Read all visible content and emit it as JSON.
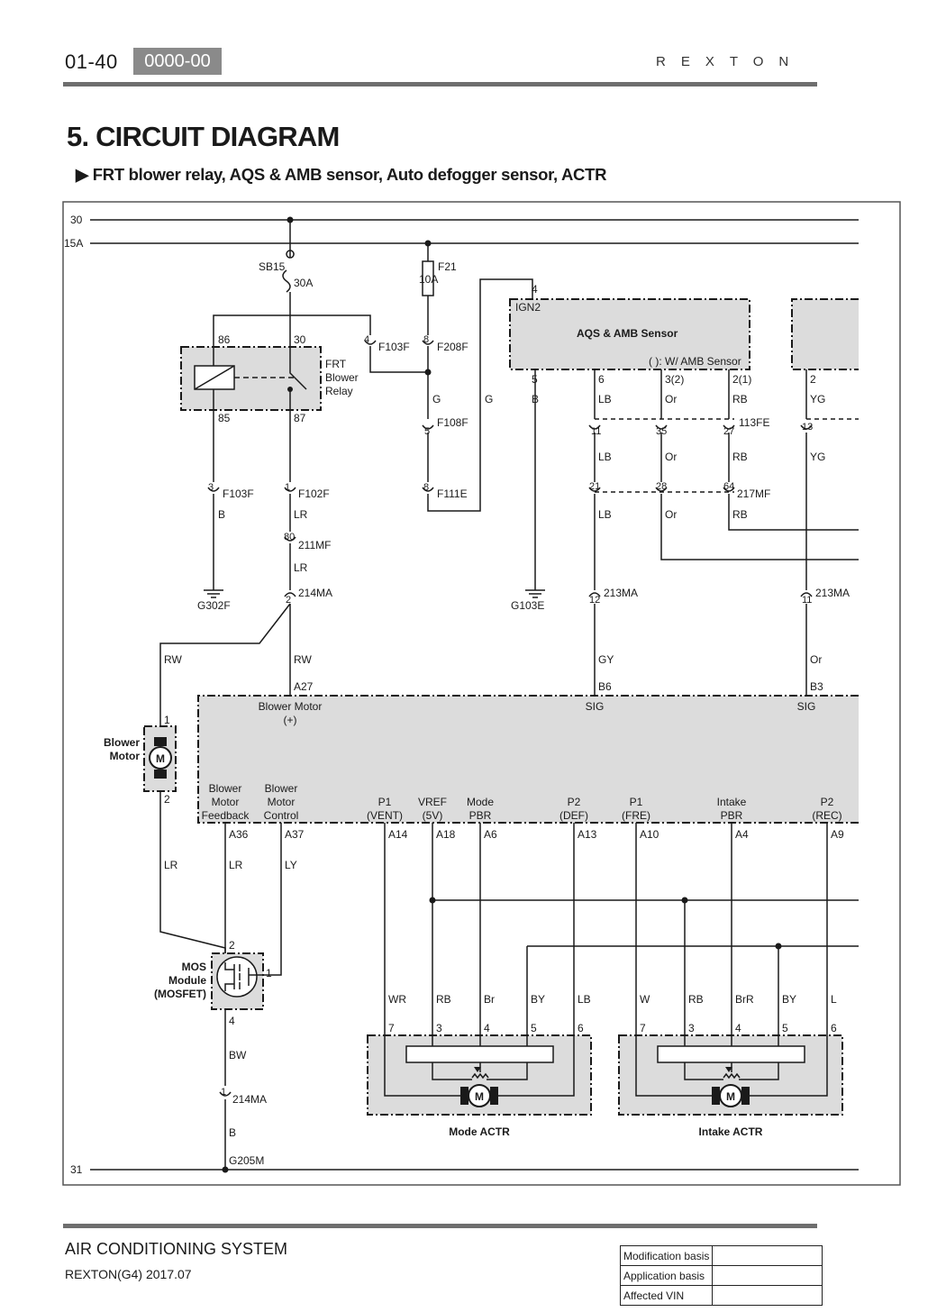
{
  "header": {
    "page_number": "01-40",
    "code": "0000-00",
    "brand": "REXTON"
  },
  "section_title": "5. CIRCUIT DIAGRAM",
  "subtitle": "FRT blower relay, AQS & AMB sensor, Auto defogger sensor, ACTR",
  "diagram": {
    "rails": {
      "top": "30",
      "ign": "15A",
      "ground": "31"
    },
    "fuses": {
      "sb15": "SB15",
      "sb15_rating": "30A",
      "f21": "F21",
      "f21_rating": "10A"
    },
    "connectors": {
      "f103f_4": "4",
      "f103f_4_label": "F103F",
      "f208f_8": "8",
      "f208f_8_label": "F208F",
      "f108f_5": "5",
      "f108f_5_label": "F108F",
      "f111e_8": "8",
      "f111e_8_label": "F111E",
      "f103f_3": "3",
      "f103f_3_label": "F103F",
      "f102f_1": "1",
      "f102f_1_label": "F102F",
      "mf211_80": "80",
      "mf211_80_label": "211MF",
      "ma214_2": "2",
      "ma214_2_label": "214MA",
      "fe113_label": "113FE",
      "fe113_11": "11",
      "fe113_35": "35",
      "fe113_27": "27",
      "fe113_13": "13",
      "mf217_label": "217MF",
      "mf217_21": "21",
      "mf217_28": "28",
      "mf217_64": "64",
      "ma213_12": "12",
      "ma213_12_label": "213MA",
      "ma213_11": "11",
      "ma213_11_label": "213MA",
      "ma214_1": "1",
      "ma214_1_label": "214MA"
    },
    "relay": {
      "title": [
        "FRT",
        "Blower",
        "Relay"
      ],
      "pin86": "86",
      "pin30": "30",
      "pin85": "85",
      "pin87": "87"
    },
    "grounds": {
      "g302f": "G302F",
      "g103e": "G103E",
      "g205m": "G205M"
    },
    "aqs": {
      "title": "AQS & AMB Sensor",
      "ign": "IGN2",
      "pin_ign": "4",
      "note": "( ): W/ AMB Sensor",
      "pins": [
        "5",
        "6",
        "3(2)",
        "2(1)"
      ],
      "extra_pin": "2"
    },
    "wires": {
      "g1": "G",
      "g2": "G",
      "b_aqs": "B",
      "lb1": "LB",
      "or1": "Or",
      "rb1": "RB",
      "yg1": "YG",
      "lb2": "LB",
      "or2": "Or",
      "rb2": "RB",
      "yg2": "YG",
      "lb3": "LB",
      "or3": "Or",
      "rb3": "RB",
      "b_g302": "B",
      "lr1": "LR",
      "lr2": "LR",
      "rw_left": "RW",
      "rw_mid": "RW",
      "gy": "GY",
      "or_right": "Or",
      "lr_motor": "LR",
      "lr_a36": "LR",
      "ly_a37": "LY",
      "bw": "BW",
      "b_ground": "B"
    },
    "controller": {
      "top_pins": {
        "a27": "A27",
        "b6": "B6",
        "b3": "B3"
      },
      "top_labels": {
        "blower_motor": [
          "Blower Motor",
          "(+)"
        ],
        "sig1": "SIG",
        "sig2": "SIG"
      },
      "bottom_labels": [
        [
          "Blower",
          "Motor",
          "Feedback"
        ],
        [
          "Blower",
          "Motor",
          "Control"
        ],
        [
          "P1",
          "(VENT)"
        ],
        [
          "VREF",
          "(5V)"
        ],
        [
          "Mode",
          "PBR"
        ],
        [
          "P2",
          "(DEF)"
        ],
        [
          "P1",
          "(FRE)"
        ],
        [
          "Intake",
          "PBR"
        ],
        [
          "P2",
          "(REC)"
        ]
      ],
      "bottom_pins": [
        "A36",
        "A37",
        "A14",
        "A18",
        "A6",
        "A13",
        "A10",
        "A4",
        "A9"
      ]
    },
    "blower_motor": {
      "title": [
        "Blower",
        "Motor"
      ],
      "symbol": "M",
      "pin1": "1",
      "pin2": "2"
    },
    "mos_module": {
      "title": [
        "MOS",
        "Module",
        "(MOSFET)"
      ],
      "pin1": "1",
      "pin2": "2",
      "pin4": "4"
    },
    "mode_actr": {
      "title": "Mode ACTR",
      "symbol": "M",
      "wires": [
        "WR",
        "RB",
        "Br",
        "BY",
        "LB"
      ],
      "pins": [
        "7",
        "3",
        "4",
        "5",
        "6"
      ]
    },
    "intake_actr": {
      "title": "Intake ACTR",
      "symbol": "M",
      "wires": [
        "W",
        "RB",
        "BrR",
        "BY",
        "L"
      ],
      "pins": [
        "7",
        "3",
        "4",
        "5",
        "6"
      ]
    }
  },
  "footer": {
    "system": "AIR CONDITIONING SYSTEM",
    "model": "REXTON(G4) 2017.07",
    "table_rows": [
      "Modification basis",
      "Application basis",
      "Affected VIN"
    ]
  },
  "colors": {
    "component_fill": "#dcdcdc",
    "badge": "#8a8a8a",
    "rule": "#6e6e6e",
    "line": "#1a1a1a"
  }
}
